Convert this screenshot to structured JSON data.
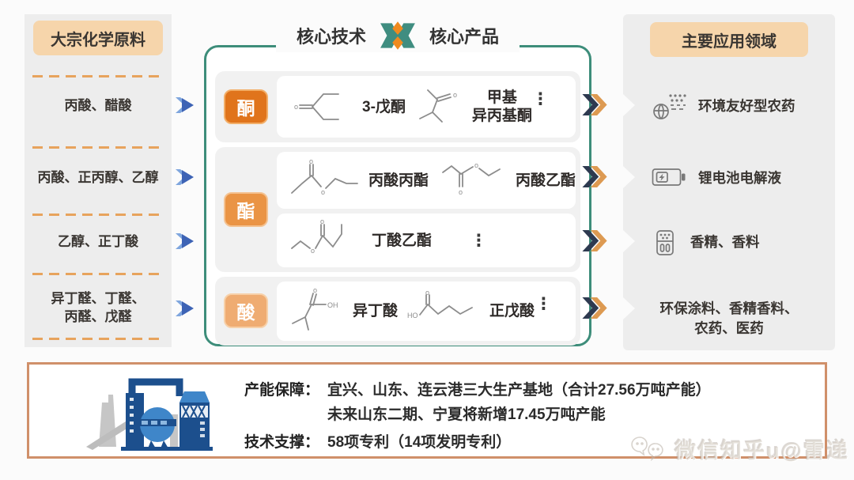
{
  "left_panel": {
    "title": "大宗化学原料",
    "rows": [
      {
        "text": "丙酸、醋酸"
      },
      {
        "text": "丙酸、正丙醇、乙醇"
      },
      {
        "text": "乙醇、正丁酸"
      },
      {
        "text1": "异丁醛、丁醛、",
        "text2": "丙醛、戊醛"
      }
    ]
  },
  "core_panel": {
    "title_left": "核心技术",
    "title_right": "核心产品",
    "groups": [
      {
        "badge": "酮"
      },
      {
        "badge": "酯"
      },
      {
        "badge": "酸"
      }
    ],
    "products": {
      "ketone_1": "3-戊酮",
      "ketone_2_line1": "甲基",
      "ketone_2_line2": "异丙基酮",
      "ester_1": "丙酸丙酯",
      "ester_2": "丙酸乙酯",
      "ester_3": "丁酸乙酯",
      "acid_1": "异丁酸",
      "acid_2": "正戊酸"
    },
    "ellipsis": "⋮"
  },
  "right_panel": {
    "title": "主要应用领域",
    "items": [
      {
        "icon": "pesticide-icon",
        "label": "环境友好型农药"
      },
      {
        "icon": "battery-icon",
        "label": "锂电池电解液"
      },
      {
        "icon": "shaker-icon",
        "label": "香精、香料"
      },
      {
        "icon": "",
        "label_line1": "环保涂料、香精香料、",
        "label_line2": "农药、医药"
      }
    ]
  },
  "bottom_panel": {
    "capacity_label": "产能保障：",
    "capacity_line1": "宜兴、山东、连云港三大生产基地（合计27.56万吨产能）",
    "capacity_line2": "未来山东二期、宁夏将新增17.45万吨产能",
    "tech_label": "技术支撑：",
    "tech_value": "58项专利（14项发明专利）"
  },
  "watermark": {
    "text": "微信知乎u@雷递"
  },
  "colors": {
    "teal": "#3d8d7a",
    "orange_dark": "#e0741c",
    "orange_mid": "#ea9445",
    "orange_light": "#efac72",
    "peach": "#f6d5ab",
    "blue_arrow": "#3d63b5",
    "navy": "#2e3a50",
    "factory_blue": "#1c4f8d"
  }
}
